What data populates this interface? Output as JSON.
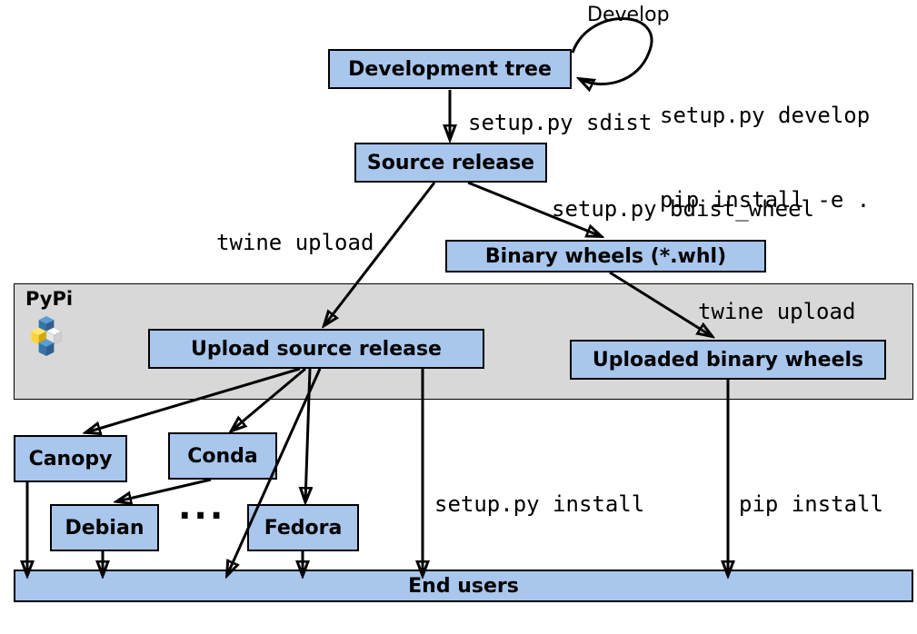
{
  "diagram": {
    "nodes": {
      "development_tree": "Development tree",
      "source_release": "Source release",
      "binary_wheels": "Binary wheels (*.whl)",
      "upload_source_release": "Upload source release",
      "uploaded_binary_wheels": "Uploaded binary wheels",
      "canopy": "Canopy",
      "conda": "Conda",
      "debian": "Debian",
      "fedora": "Fedora",
      "end_users": "End users"
    },
    "band_label": "PyPi",
    "labels": {
      "develop": "Develop",
      "develop_cmd1": "setup.py develop",
      "develop_cmd2": "pip install -e .",
      "sdist": "setup.py sdist",
      "twine_upload_source": "twine upload",
      "bdist_wheel": "setup.py bdist_wheel",
      "twine_upload_wheels": "twine upload",
      "setup_install": "setup.py install",
      "pip_install": "pip install",
      "ellipsis": "..."
    },
    "colors": {
      "node_fill": "#a9c6ec",
      "node_border": "#000000",
      "band_fill": "#d8d8d8",
      "arrow": "#000000",
      "pypi_blue": "#3775a9",
      "pypi_yellow": "#ffd43b"
    }
  }
}
